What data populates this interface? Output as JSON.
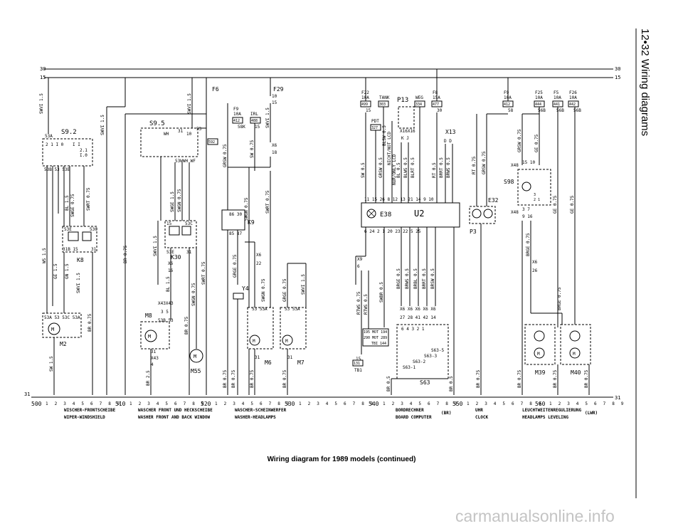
{
  "header": {
    "title": "12•32 Wiring diagrams"
  },
  "caption": "Wiring diagram for 1989 models (continued)",
  "watermark": "carmanualsonline.info",
  "rails": {
    "top": "30",
    "second": "15",
    "ground": "31"
  },
  "fuses": {
    "F6": {
      "id": "F6",
      "code": "592"
    },
    "F29": {
      "id": "F29",
      "pin_top": "10",
      "pin_bot": "15"
    },
    "F9a": {
      "id": "F9",
      "rating": "10A",
      "code": "412",
      "terminal": "58K"
    },
    "IRL": {
      "id": "IRL",
      "code": "488",
      "terminal": "15"
    },
    "F22": {
      "id": "F22",
      "rating": "10A",
      "code": "499",
      "terminal": "15"
    },
    "TANK": {
      "id": "TANK",
      "code": "303"
    },
    "P13": {
      "id": "P13"
    },
    "WEG": {
      "id": "WEG",
      "code": "334"
    },
    "F8": {
      "id": "F8",
      "rating": "15A",
      "code": "477",
      "terminal": "30"
    },
    "F9b": {
      "id": "F9",
      "rating": "10A",
      "code": "412",
      "terminal": "58"
    },
    "F25": {
      "id": "F25",
      "rating": "10A",
      "code": "444",
      "terminal": "56B"
    },
    "F5": {
      "id": "F5",
      "rating": "10A",
      "code": "441",
      "terminal": "56B"
    },
    "F26": {
      "id": "F26",
      "rating": "10A",
      "code": "442",
      "terminal": "56B"
    },
    "PDT": {
      "id": "PDT",
      "code": "327"
    }
  },
  "components": {
    "S9_2": "S9.2",
    "S9_5": "S9.5",
    "K8": "K8",
    "K30": "K30",
    "K9": "K9",
    "M2": "M2",
    "M8": "M8",
    "M55": "M55",
    "Y4": "Y4",
    "M6": "M6",
    "M7": "M7",
    "E38": "E38",
    "U2": "U2",
    "X13": "X13",
    "E32": "E32",
    "P3": "P3",
    "S98": "S98",
    "S63": "S63",
    "S63_1": "S63-1",
    "S63_2": "S63-2",
    "S63_3": "S63-3",
    "S63_5": "S63-5",
    "M39": "M39",
    "M40": "M40",
    "X48": "X48",
    "X6": "X6",
    "X9": "X9",
    "X43": "X43",
    "TB1": "TB1"
  },
  "wire_labels": [
    "SWVI 1.5",
    "SW 1.5",
    "WS 1.5",
    "GE 1.5",
    "GN 1.5",
    "BL 1.5",
    "SWGE 0.75",
    "SWRT 0.75",
    "SWGE 1.5",
    "SWGN 0.75",
    "BR 0.75",
    "SWGN 0.75",
    "GRSW 0.75",
    "GRGE 0.75",
    "SW 0.75",
    "BR 2.5",
    "RTWS 0.75",
    "RTWS 0.5",
    "SWBR 0.5",
    "BRGE 0.5",
    "BRWS 0.5",
    "BRBL 0.5",
    "BRRT 0.5",
    "BRSW 0.5",
    "SW 0.5",
    "GRSW 0.5",
    "NICHT/NOT LCD",
    "NUR/ONLY LCD",
    "BL 0.5",
    "BLWS 0.5",
    "BLRT 0.5",
    "RT 0.5",
    "BRRT 0.5",
    "BRWS 0.5",
    "RT 0.75",
    "GRSW 0.75",
    "GE 0.75",
    "BRGE 0.75",
    "BR 0.5"
  ],
  "sections": [
    {
      "num": "500",
      "de": "WISCHER-FRONTSCHEIBE",
      "en": "WIPER-WINDSHIELD"
    },
    {
      "num": "510",
      "de": "WASCHER FRONT UND HECKSCHEIBE",
      "en": "WASHER FRONT AND BACK WINDOW"
    },
    {
      "num": "520",
      "de": "WASCHER-SCHEINWERFER",
      "en": "WASHER-HEADLAMPS"
    },
    {
      "num": "530",
      "de": "",
      "en": ""
    },
    {
      "num": "540",
      "de": "BORDRECHNER",
      "en": "BOARD COMPUTER"
    },
    {
      "num": "550",
      "de": "UHR",
      "en": "CLOCK"
    },
    {
      "num": "560",
      "de": "LEUCHTWEITENREGULIERUNG",
      "en": "HEADLAMPS LEVELING"
    }
  ],
  "section_suffix": {
    "computer": "(BR)",
    "leveling": "(LWR)"
  },
  "scale_digits": [
    "1",
    "2",
    "3",
    "4",
    "5",
    "6",
    "7",
    "8",
    "9"
  ]
}
